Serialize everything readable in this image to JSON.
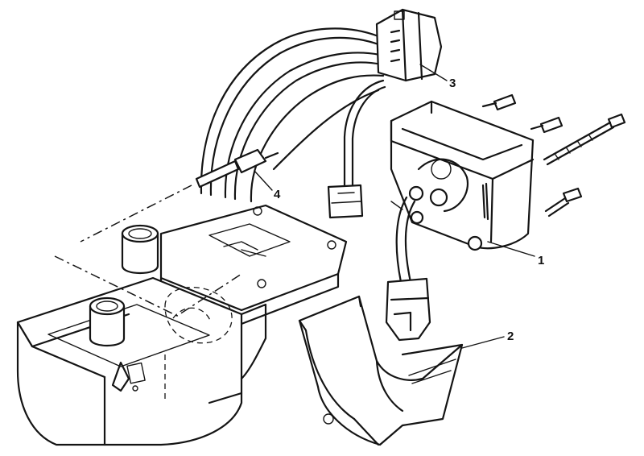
{
  "callouts": [
    {
      "id": "1",
      "label": "1"
    },
    {
      "id": "2",
      "label": "2"
    },
    {
      "id": "3",
      "label": "3"
    },
    {
      "id": "4",
      "label": "4"
    }
  ],
  "colors": {
    "ink": "#141414",
    "paper": "#ffffff"
  }
}
